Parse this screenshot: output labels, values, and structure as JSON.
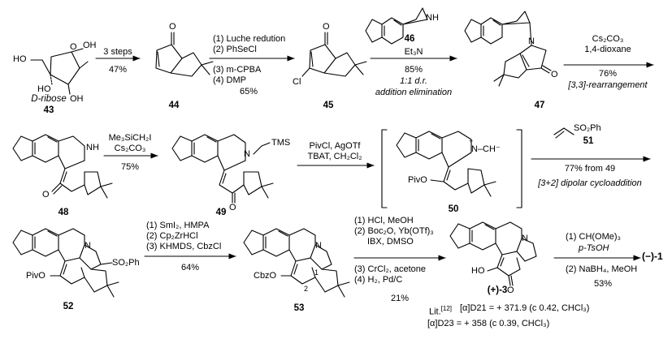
{
  "compounds": {
    "c43": {
      "num": "43",
      "name": "D-ribose",
      "oh1": "OH",
      "oh2": "OH",
      "oh3": "HO",
      "oh4": "HO",
      "o": "O"
    },
    "c44": {
      "num": "44",
      "o": "O"
    },
    "c45": {
      "num": "45",
      "o": "O",
      "cl": "Cl"
    },
    "c46": {
      "num": "46",
      "nh": "NH"
    },
    "c47": {
      "num": "47",
      "n": "N",
      "o": "O"
    },
    "c48": {
      "num": "48",
      "nh": "NH",
      "o": "O"
    },
    "c49": {
      "num": "49",
      "tms": "TMS",
      "n": "N",
      "o": "O"
    },
    "c50": {
      "num": "50",
      "nch": "N–CH⁻",
      "plus": "+",
      "pivo": "PivO"
    },
    "c51": {
      "num": "51",
      "so2ph": "SO₂Ph"
    },
    "c52": {
      "num": "52",
      "n": "N",
      "so2ph": "SO₂Ph",
      "pivo": "PivO"
    },
    "c53": {
      "num": "53",
      "n": "N",
      "cbzo": "CbzO",
      "pos1": "1",
      "pos2": "2"
    },
    "c3": {
      "num": "(+)-3",
      "n": "N",
      "ho": "HO",
      "o": "O"
    },
    "final": "(−)-1"
  },
  "reactions": {
    "r1": {
      "top": "3 steps",
      "bottom": "47%"
    },
    "r2": {
      "l1": "(1) Luche redution",
      "l2": "(2) PhSeCl",
      "l3": "(3) m-CPBA",
      "l4": "(4) DMP",
      "l5": "65%"
    },
    "r3": {
      "top": "Et₃N",
      "l1": "85%",
      "l2": "1:1 d.r.",
      "l3": "addition elimination"
    },
    "r4": {
      "l1": "Cs₂CO₃",
      "l2": "1,4-dioxane",
      "l3": "76%",
      "l4": "[3,3]-rearrangement"
    },
    "r5": {
      "l1": "Me₃SiCH₂I",
      "l2": "Cs₂CO₃",
      "l3": "75%"
    },
    "r6": {
      "l1": "PivCl, AgOTf",
      "l2": "TBAT, CH₂Cl₂"
    },
    "r7": {
      "l1": "77% from 49",
      "l2": "[3+2] dipolar cycloaddition"
    },
    "r8": {
      "l1": "(1) SmI₂, HMPA",
      "l2": "(2) Cp₂ZrHCl",
      "l3": "(3) KHMDS, CbzCl",
      "l4": "64%"
    },
    "r9": {
      "l1": "(1) HCl, MeOH",
      "l2": "(2) Boc₂O, Yb(OTf)₃",
      "l3": "IBX, DMSO",
      "l4": "(3) CrCl₂, acetone",
      "l5": "(4) H₂, Pd/C",
      "l6": "21%"
    },
    "r10": {
      "l1": "(1) CH(OMe)₃",
      "l2": "p-TsOH",
      "l3": "(2) NaBH₄, MeOH",
      "l4": "53%"
    }
  },
  "rotation": {
    "lit_prefix": "Lit.",
    "lit_ref": "[12]",
    "lit_value": "[α]D21 = + 371.9 (c 0.42, CHCl₃)",
    "exp_value": "[α]D23 = + 358 (c 0.39, CHCl₃)"
  }
}
